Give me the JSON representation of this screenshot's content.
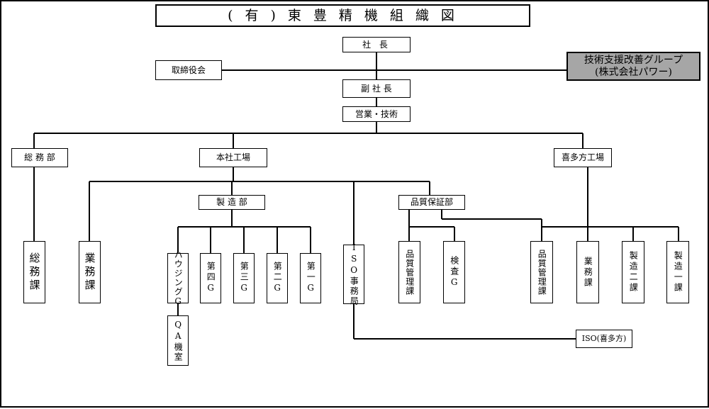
{
  "title": "(有)東豊精機組織図",
  "nodes": {
    "president": "社 長",
    "board": "取締役会",
    "consultant_line1": "技術支援改善グループ",
    "consultant_line2": "(株式会社パワー)",
    "vice_president": "副 社 長",
    "sales_tech": "営業・技術",
    "general_affairs_dept": "総 務 部",
    "head_factory": "本社工場",
    "kita_factory": "喜多方工場",
    "manufacturing_dept": "製 造 部",
    "qa_dept": "品質保証部",
    "general_affairs_section": "総務課",
    "business_section": "業務課",
    "housing_g": "ハウジングG",
    "group_4": "第四G",
    "group_3": "第三G",
    "group_2": "第二G",
    "group_1": "第一G",
    "iso_office": "ISO事務局",
    "qm_section": "品質管理課",
    "inspection_g": "検査G",
    "kita_qm_section": "品質管理課",
    "kita_business_section": "業務課",
    "manufacturing_2": "製造二課",
    "manufacturing_1": "製造一課",
    "qa_room": "QA機室",
    "iso_kita": "ISO(喜多方)"
  }
}
